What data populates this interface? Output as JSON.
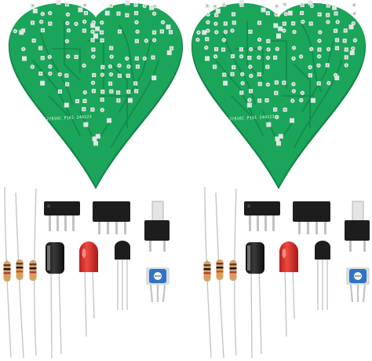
{
  "photo": {
    "subject": "two heart-shaped LED PCB kits with components",
    "background_color": "#ffffff"
  },
  "boards": [
    {
      "silkscreen_text": "127816C_P181 240223"
    },
    {
      "silkscreen_text": "127816C_P181 240223"
    }
  ],
  "colors": {
    "pcb_green": "#1aa55a",
    "pcb_edge": "#128246",
    "pad_silver": "#dfe6e2",
    "trace_green": "#13894a",
    "led_red": "#d42a2a",
    "chip_black": "#1d1d1d",
    "pot_blue": "#2f74c7",
    "lead_silver": "#bfc3c4",
    "resistor_body": "#d7a06b"
  }
}
